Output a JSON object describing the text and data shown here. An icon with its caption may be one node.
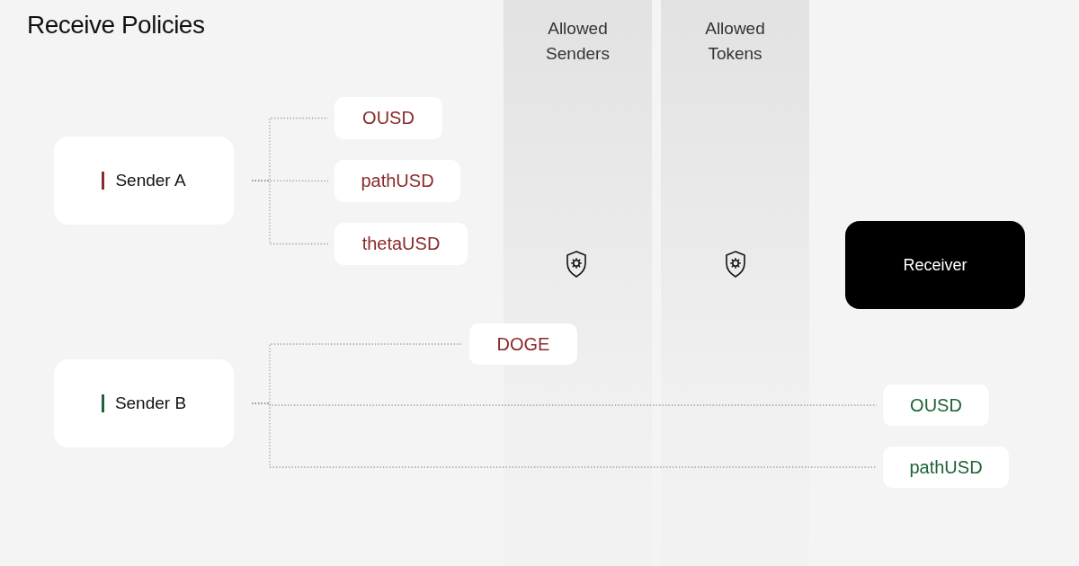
{
  "diagram": {
    "title": "Receive Policies",
    "nodes": [
      {
        "text": [
          "Sender A"
        ]
      },
      {
        "text": [
          "OUSD"
        ]
      },
      {
        "text": [
          "pathUSD"
        ]
      },
      {
        "text": [
          "thetaUSD"
        ]
      },
      {
        "text": [
          "Receiver"
        ]
      },
      {
        "text": [
          "DOGE"
        ]
      },
      {
        "text": [
          "Sender B"
        ]
      },
      {
        "text": [
          "OUSD"
        ]
      },
      {
        "text": [
          "pathUSD"
        ]
      }
    ],
    "edges": [
      {
        "from": 0,
        "to": 1,
        "arrow": "none"
      },
      {
        "from": 0,
        "to": 2,
        "arrow": "none"
      },
      {
        "from": 0,
        "to": 3,
        "arrow": "none"
      },
      {
        "from": 6,
        "to": 5,
        "arrow": "none"
      },
      {
        "from": 6,
        "to": 7,
        "arrow": "none"
      },
      {
        "from": 6,
        "to": 8,
        "arrow": "none"
      }
    ],
    "labels": [
      "Allowed Senders",
      "Allowed Tokens"
    ]
  }
}
